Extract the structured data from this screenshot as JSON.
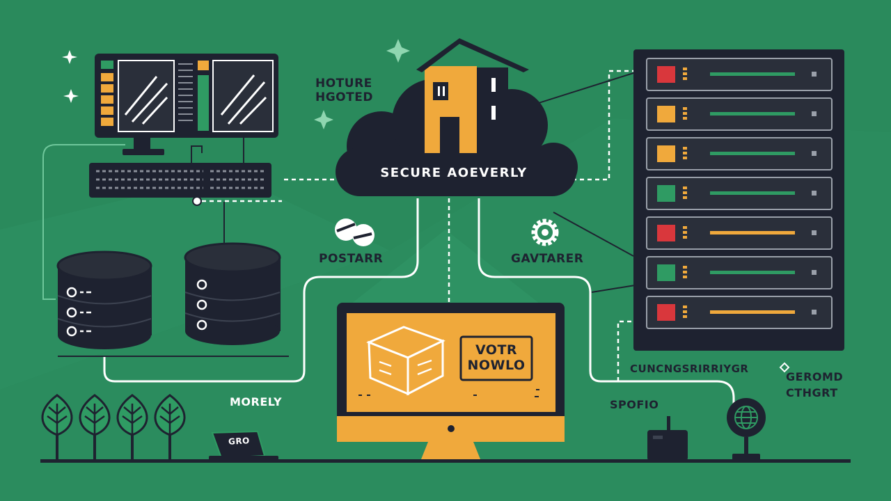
{
  "theme": {
    "background": "#2a8a5c",
    "dark": "#232831",
    "accent_orange": "#f0a93c",
    "accent_green": "#2f9b63",
    "accent_red": "#d9373c",
    "line": "#ffffff"
  },
  "labels": {
    "hosted_line1": "HOTURE",
    "hosted_line2": "HGOTED",
    "cloud": "SECURE AOEVERLY",
    "left_mid": "POSTARR",
    "right_mid": "GAVTARER",
    "monitor_box_line1": "VOTR",
    "monitor_box_line2": "NOWLO",
    "bottom_left": "MORELY",
    "laptop": "GRO",
    "right_caption": "CUNCNGSRIRRIYGR",
    "right_side_line1": "GEROMD",
    "right_side_line2": "CTHGRT",
    "bottom_right": "SPOFIO"
  },
  "icons": [
    "sparkle-icon",
    "gear-icon",
    "globe-icon",
    "tree-icon",
    "house-icon",
    "box-icon",
    "pill-icon"
  ],
  "server_rack": {
    "units": [
      {
        "led": "#d9373c",
        "bar": "#2f9b63"
      },
      {
        "led": "#f0a93c",
        "bar": "#2f9b63"
      },
      {
        "led": "#f0a93c",
        "bar": "#2f9b63"
      },
      {
        "led": "#2f9b63",
        "bar": "#2f9b63"
      },
      {
        "led": "#d9373c",
        "bar": "#f0a93c"
      },
      {
        "led": "#2f9b63",
        "bar": "#2f9b63"
      },
      {
        "led": "#d9373c",
        "bar": "#f0a93c"
      }
    ]
  }
}
